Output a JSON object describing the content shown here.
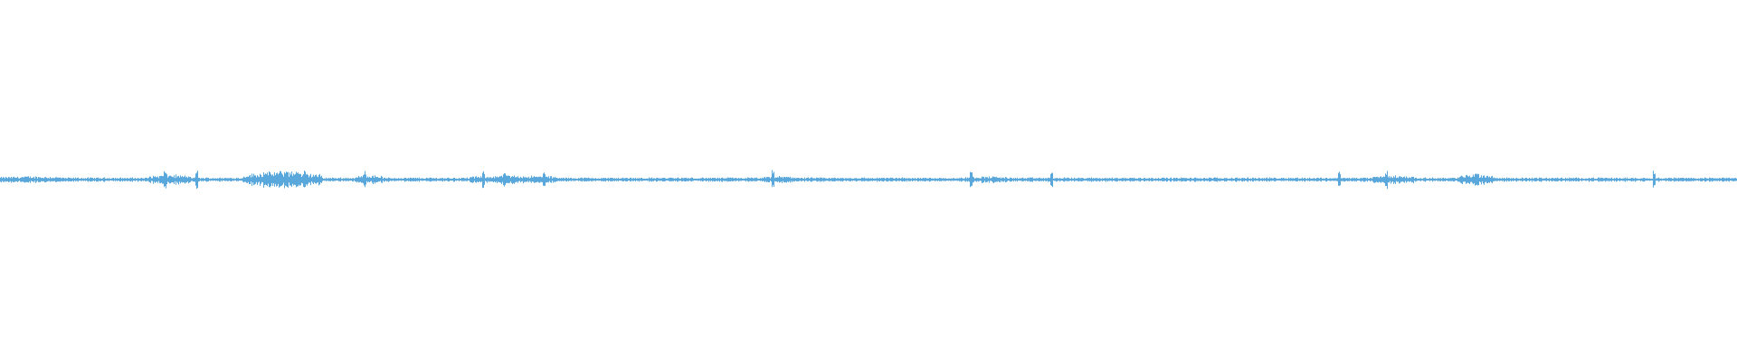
{
  "waveform": {
    "color": "#5aa7dc",
    "background": "#ffffff",
    "baseline_amplitude": 0.012,
    "segments": [
      {
        "start": 0.0,
        "end": 0.035,
        "amplitude": 0.02
      },
      {
        "start": 0.085,
        "end": 0.11,
        "amplitude": 0.03
      },
      {
        "start": 0.14,
        "end": 0.185,
        "amplitude": 0.05
      },
      {
        "start": 0.205,
        "end": 0.22,
        "amplitude": 0.03
      },
      {
        "start": 0.27,
        "end": 0.32,
        "amplitude": 0.025
      },
      {
        "start": 0.44,
        "end": 0.46,
        "amplitude": 0.02
      },
      {
        "start": 0.555,
        "end": 0.58,
        "amplitude": 0.02
      },
      {
        "start": 0.79,
        "end": 0.815,
        "amplitude": 0.025
      },
      {
        "start": 0.84,
        "end": 0.86,
        "amplitude": 0.035
      }
    ],
    "spikes": [
      0.095,
      0.113,
      0.152,
      0.165,
      0.171,
      0.175,
      0.21,
      0.278,
      0.29,
      0.313,
      0.445,
      0.559,
      0.605,
      0.771,
      0.798,
      0.85,
      0.952
    ]
  }
}
